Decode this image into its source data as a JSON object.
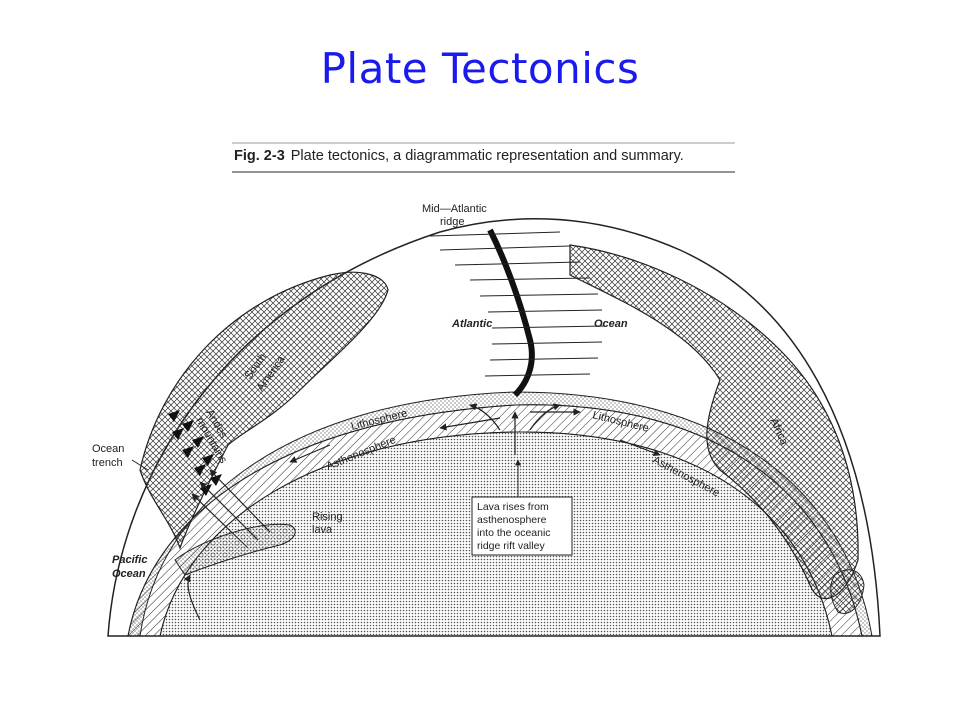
{
  "slide": {
    "title": "Plate Tectonics"
  },
  "figure": {
    "number": "Fig. 2-3",
    "caption": "Plate tectonics, a diagrammatic representation and summary."
  },
  "labels": {
    "ridge_line1": "Mid—Atlantic",
    "ridge_line2": "ridge",
    "atlantic": "Atlantic",
    "ocean": "Ocean",
    "south_line1": "South",
    "south_line2": "America",
    "andes_line1": "Andes",
    "andes_line2": "mountains",
    "africa": "Africa",
    "trench_line1": "Ocean",
    "trench_line2": "trench",
    "pacific_line1": "Pacific",
    "pacific_line2": "Ocean",
    "litho_left": "Lithosphere",
    "litho_right": "Lithosphere",
    "astheno_left": "Asthenosphere",
    "astheno_right": "Asthenosphere",
    "rising_line1": "Rising",
    "rising_line2": "lava",
    "lava_box": [
      "Lava rises from",
      "asthenosphere",
      "into the oceanic",
      "ridge rift valley"
    ]
  }
}
